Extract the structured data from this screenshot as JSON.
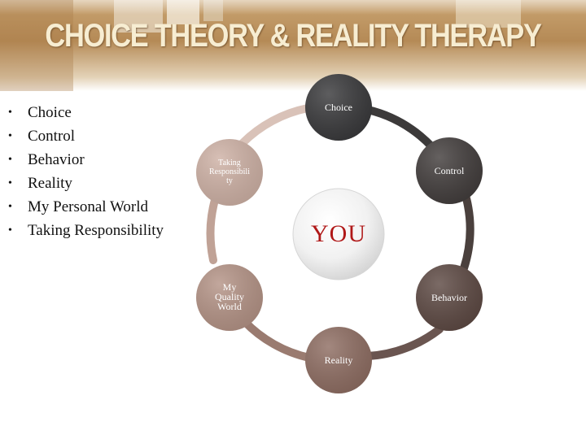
{
  "slide": {
    "title": "CHOICE THEORY & REALITY THERAPY",
    "bullet_char": "•",
    "bullets": [
      "Choice",
      "Control",
      "Behavior",
      "Reality",
      "My Personal World",
      "Taking Responsibility"
    ]
  },
  "diagram": {
    "center": "YOU",
    "nodes": {
      "choice": "Choice",
      "control": "Control",
      "behavior": "Behavior",
      "reality": "Reality",
      "quality_world": [
        "My",
        "Quality",
        "World"
      ],
      "responsibility": [
        "Taking",
        "Responsibili",
        "ty"
      ]
    }
  },
  "colors": {
    "choice": "#3a3a3c",
    "control": "#433e3d",
    "behavior": "#5e4a44",
    "reality": "#8f6e63",
    "quality_world": "#b59487",
    "responsibility": "#cfb2a6",
    "center_text": "#b01818"
  }
}
